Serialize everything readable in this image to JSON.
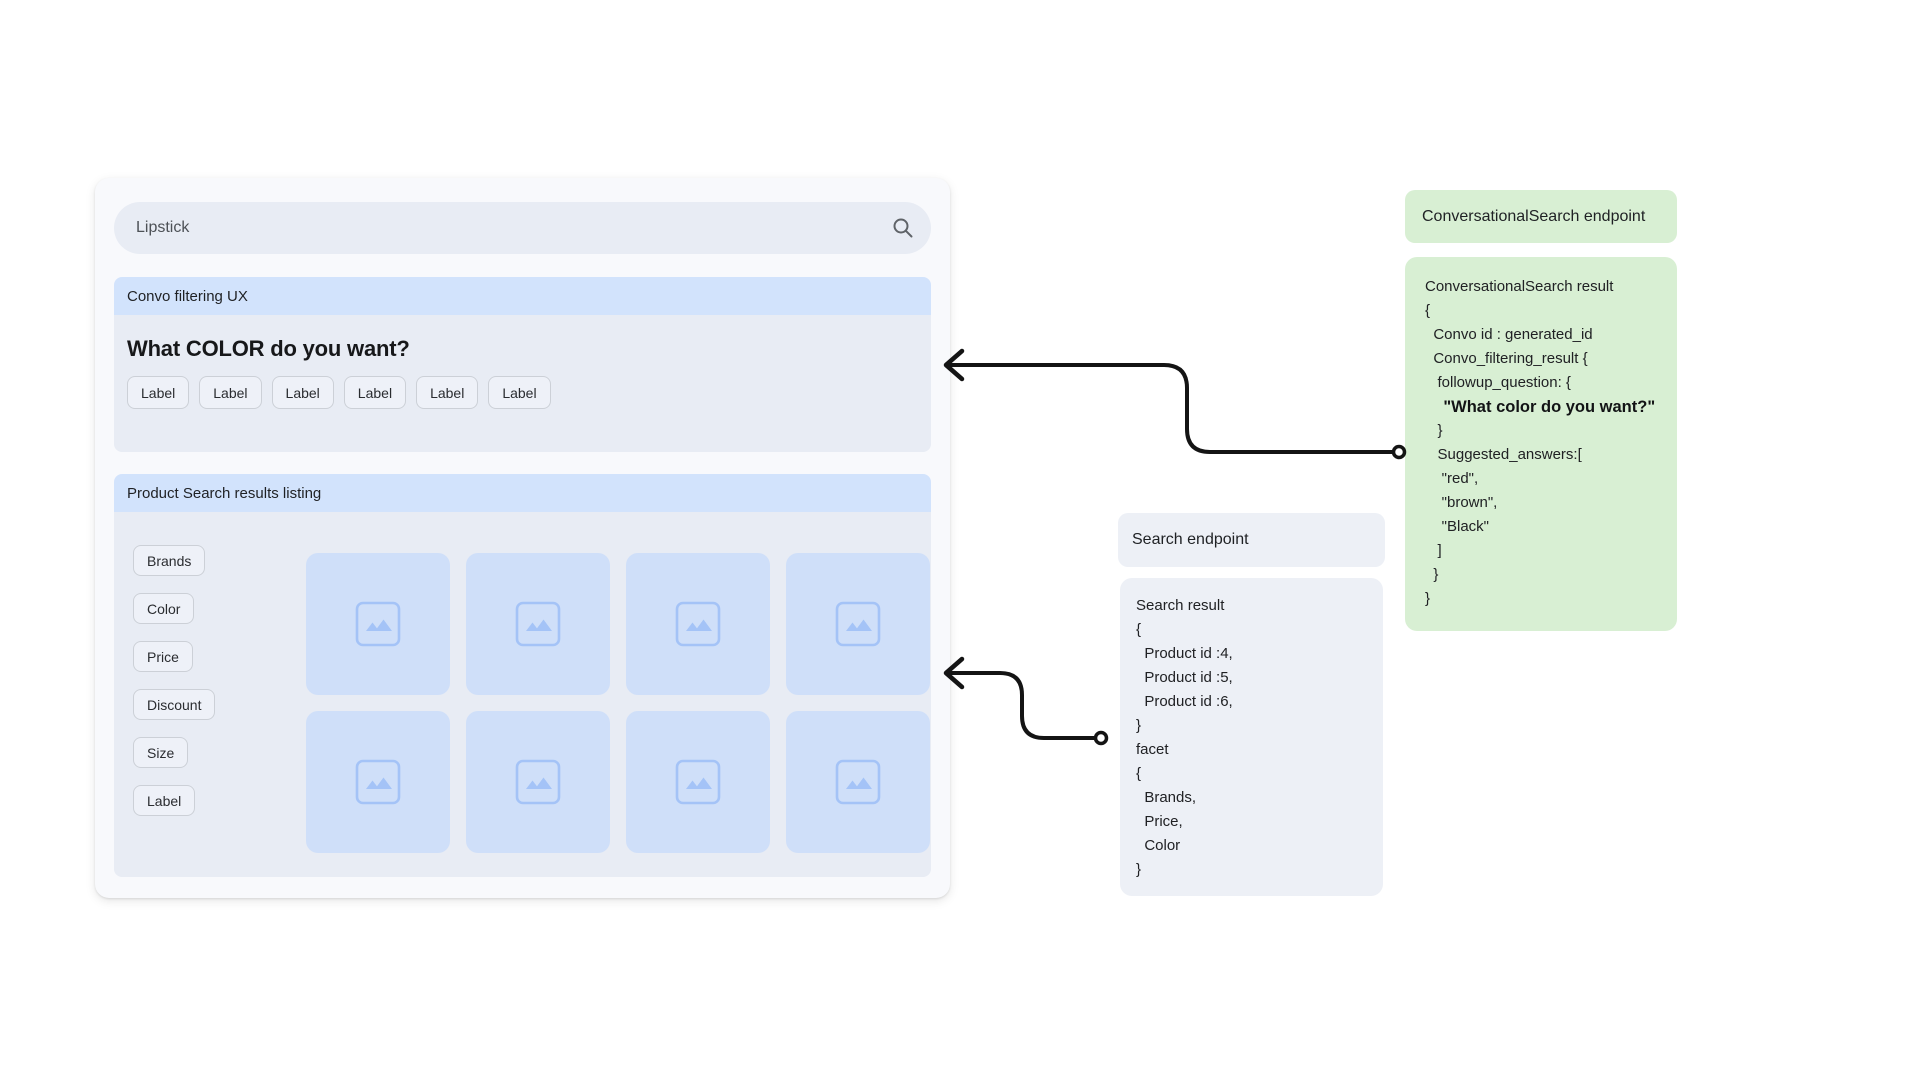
{
  "colors": {
    "header_blue": "#d2e3fc",
    "section_bg": "#e8ecf4",
    "panel_bg": "#f8f9fc",
    "tile_bg": "#cfdff9",
    "tile_icon": "#a4c3f7",
    "green_box_bg": "#d8efd3",
    "gray_box_bg": "#edf0f6",
    "arrow": "#141414"
  },
  "mockup": {
    "search": {
      "value": "Lipstick",
      "icon": "search-icon"
    },
    "convo_card": {
      "header": "Convo filtering UX",
      "question": "What COLOR do you want?",
      "chips": [
        "Label",
        "Label",
        "Label",
        "Label",
        "Label",
        "Label"
      ]
    },
    "results_card": {
      "header": "Product Search results listing",
      "filters": [
        "Brands",
        "Color",
        "Price",
        "Discount",
        "Size",
        "Label"
      ],
      "tiles": [
        {},
        {},
        {},
        {},
        {},
        {},
        {},
        {}
      ]
    }
  },
  "annotations": {
    "conversational_endpoint": {
      "title": "ConversationalSearch endpoint"
    },
    "conversational_result": {
      "lines": [
        {
          "text": "ConversationalSearch result"
        },
        {
          "text": "{"
        },
        {
          "text": "  Convo id : generated_id"
        },
        {
          "text": "  Convo_filtering_result {"
        },
        {
          "text": "   followup_question: {"
        },
        {
          "text": "    \"What color do you want?\"",
          "bold": true
        },
        {
          "text": "   }"
        },
        {
          "text": "   Suggested_answers:["
        },
        {
          "text": "    \"red\","
        },
        {
          "text": "    \"brown\","
        },
        {
          "text": "    \"Black\""
        },
        {
          "text": "   ]"
        },
        {
          "text": "  }"
        },
        {
          "text": "}"
        }
      ]
    },
    "search_endpoint": {
      "title": "Search endpoint"
    },
    "search_result": {
      "lines": [
        {
          "text": "Search result"
        },
        {
          "text": "{"
        },
        {
          "text": "  Product id :4,"
        },
        {
          "text": "  Product id :5,"
        },
        {
          "text": "  Product id :6,"
        },
        {
          "text": "}"
        },
        {
          "text": "facet"
        },
        {
          "text": "{"
        },
        {
          "text": "  Brands,"
        },
        {
          "text": "  Price,"
        },
        {
          "text": "  Color"
        },
        {
          "text": "}"
        }
      ]
    }
  }
}
